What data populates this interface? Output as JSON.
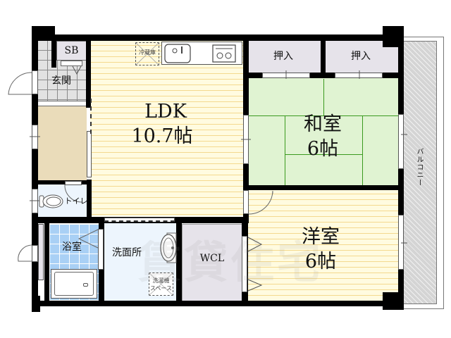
{
  "floor_plan": {
    "rooms": [
      {
        "id": "ldk",
        "name": "LDK",
        "size": "10.7帖"
      },
      {
        "id": "washitsu",
        "name": "和室",
        "size": "6帖"
      },
      {
        "id": "youshitsu",
        "name": "洋室",
        "size": "6帖"
      },
      {
        "id": "oshiire1",
        "name": "押入"
      },
      {
        "id": "oshiire2",
        "name": "押入"
      },
      {
        "id": "sb",
        "name": "SB"
      },
      {
        "id": "genkan",
        "name": "玄関"
      },
      {
        "id": "toilet",
        "name": "トイレ"
      },
      {
        "id": "bath",
        "name": "浴室"
      },
      {
        "id": "washroom",
        "name": "洗面所"
      },
      {
        "id": "wcl",
        "name": "WCL"
      },
      {
        "id": "balcony",
        "name": "バルコニー"
      }
    ],
    "fixtures": {
      "fridge": "冷蔵庫",
      "washer_space": [
        "洗濯機",
        "スペース"
      ]
    },
    "watermark": "賃貸住宅",
    "colors": {
      "wall": "#000000",
      "wood_floor": "#fffbe0",
      "wood_line": "#f4d98e",
      "tatami": "#e0f3d2",
      "tatami_line": "#3a9a1e",
      "closet": "#e6e3ea",
      "bath_tile": "#a9d0f5",
      "washroom": "#edf5fd",
      "storage": "#eadcba",
      "balcony": "#d4d4d4"
    }
  }
}
